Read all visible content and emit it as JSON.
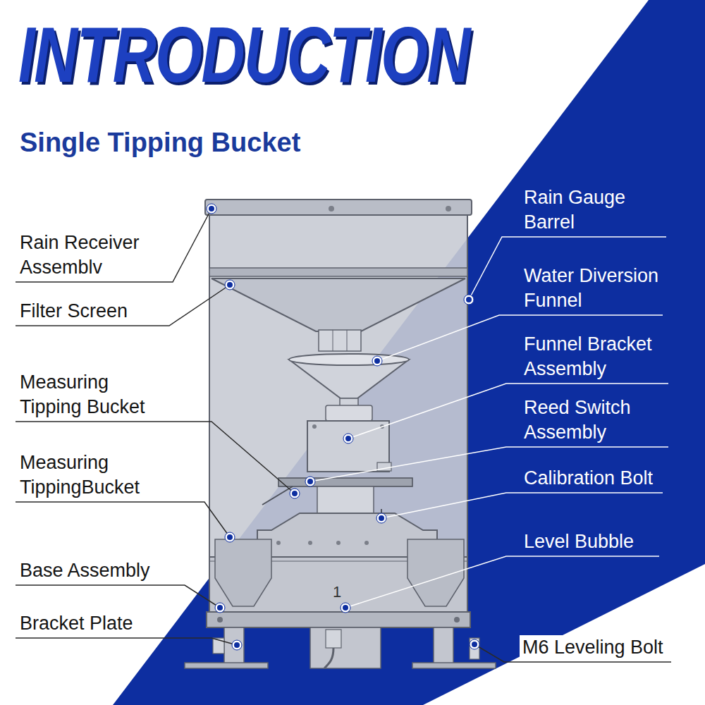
{
  "diagram": {
    "title": "INTRODUCTION",
    "labels": [
      "Single Tipping Bucket",
      "Rain Receiver Assemblv",
      "Filter Screen",
      "Measuring Tipping Bucket",
      "Measuring TippingBucket",
      "Base Assembly",
      "Bracket Plate",
      "Rain Gauge Barrel",
      "Water Diversion Funnel",
      "Funnel Bracket Assembly",
      "Reed Switch Assembly",
      "Calibration Bolt",
      "Level Bubble",
      "M6 Leveling Bolt",
      "1"
    ]
  }
}
